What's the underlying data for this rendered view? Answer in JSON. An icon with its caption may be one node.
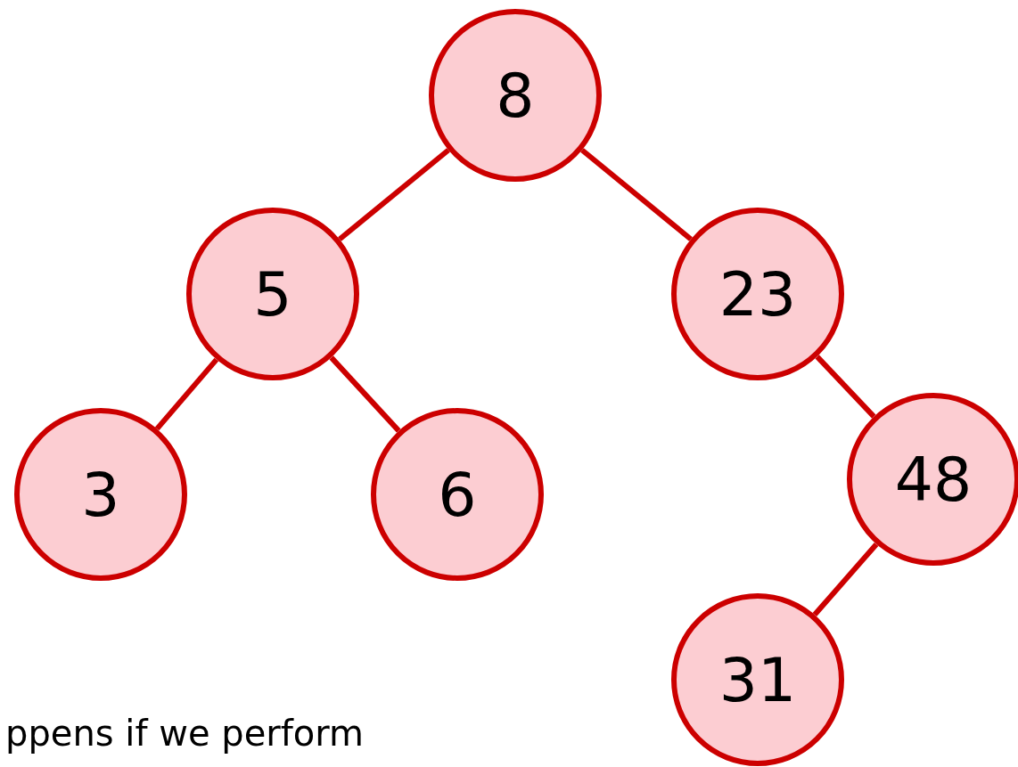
{
  "diagram": {
    "nodes": [
      {
        "text": [
          "8"
        ]
      },
      {
        "text": [
          "5"
        ]
      },
      {
        "text": [
          "23"
        ]
      },
      {
        "text": [
          "3"
        ]
      },
      {
        "text": [
          "6"
        ]
      },
      {
        "text": [
          "48"
        ]
      },
      {
        "text": [
          "31"
        ]
      }
    ],
    "edges": [
      {
        "from": 0,
        "to": 1,
        "arrow": "none"
      },
      {
        "from": 0,
        "to": 2,
        "arrow": "none"
      },
      {
        "from": 1,
        "to": 3,
        "arrow": "none"
      },
      {
        "from": 1,
        "to": 4,
        "arrow": "none"
      },
      {
        "from": 2,
        "to": 5,
        "arrow": "none"
      },
      {
        "from": 5,
        "to": 6,
        "arrow": "none"
      }
    ],
    "labels": [
      "ppens if we perform"
    ]
  }
}
